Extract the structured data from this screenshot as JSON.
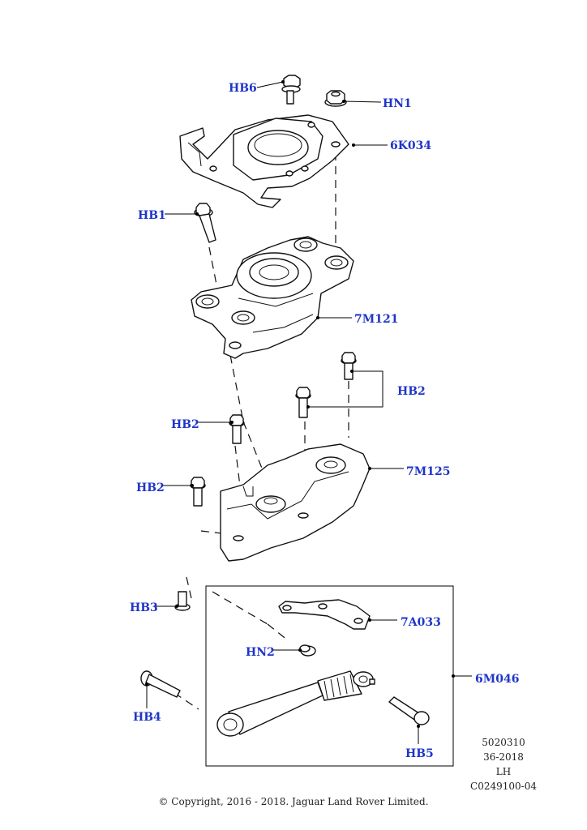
{
  "callouts": {
    "hb6": "HB6",
    "hn1": "HN1",
    "k6034": "6K034",
    "hb1": "HB1",
    "m7121": "7M121",
    "hb2_right": "HB2",
    "hb2_mid": "HB2",
    "hb2_left": "HB2",
    "m7125": "7M125",
    "hb3": "HB3",
    "a7033": "7A033",
    "hn2": "HN2",
    "m6046": "6M046",
    "hb4": "HB4",
    "hb5": "HB5"
  },
  "drawing_info": {
    "line1": "5020310",
    "line2": "36-2018",
    "line3": "LH",
    "line4": "C0249100-04"
  },
  "copyright": "© Copyright, 2016 - 2018. Jaguar Land Rover Limited."
}
